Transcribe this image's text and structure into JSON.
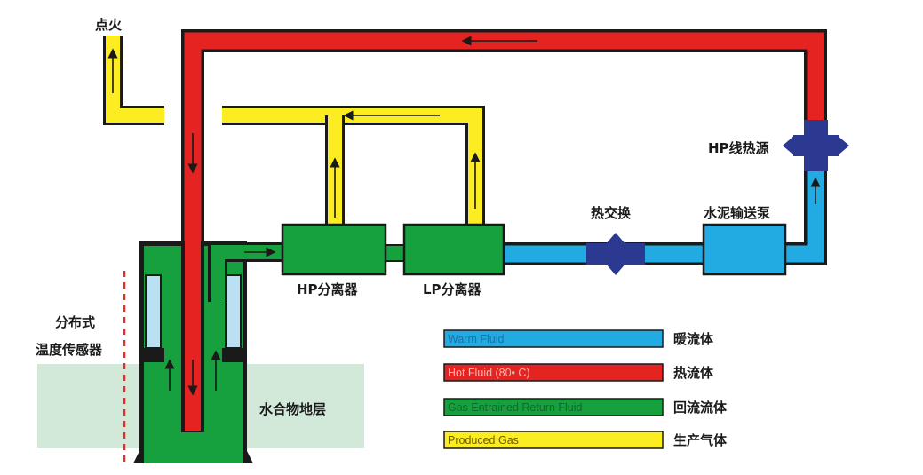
{
  "colors": {
    "hot": "#e52421",
    "gas": "#fcec22",
    "return": "#16a03e",
    "warm": "#21abe2",
    "outline": "#1a1a1a",
    "exchanger": "#2b3990",
    "formation": "#d2e8d9",
    "sensor_line": "#d9342b",
    "casing_glass": "#b9e1f3"
  },
  "labels": {
    "ignition": "点火",
    "hp_line_heater": "HP线热源",
    "heat_exchanger": "热交换",
    "cement_pump": "水泥输送泵",
    "hp_separator": "HP分离器",
    "lp_separator": "LP分离器",
    "distributed_sensor_line1": "分布式",
    "distributed_sensor_line2": "温度传感器",
    "hydrate_formation": "水合物地层"
  },
  "legend": [
    {
      "swatch_text": "Warm Fluid",
      "cn_label": "暖流体",
      "color": "#21abe2",
      "text_color": "#1d6fa5"
    },
    {
      "swatch_text": "Hot Fluid (80• C)",
      "cn_label": "热流体",
      "color": "#e52421",
      "text_color": "#f6b7b0"
    },
    {
      "swatch_text": "Gas Entrained Return Fluid",
      "cn_label": "回流流体",
      "color": "#16a03e",
      "text_color": "#0d6b29"
    },
    {
      "swatch_text": "Produced Gas",
      "cn_label": "生产气体",
      "color": "#fcec22",
      "text_color": "#6b5a00"
    }
  ]
}
